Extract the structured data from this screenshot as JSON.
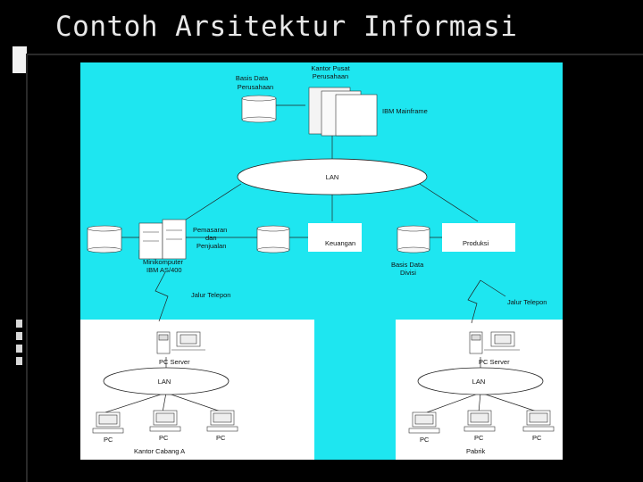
{
  "title": "Contoh Arsitektur Informasi",
  "colors": {
    "background": "#000000",
    "diagram_bg": "#1ee6f0",
    "branch_bg": "#ffffff",
    "title_text": "#e8e8e8"
  },
  "diagram": {
    "top_db_label": [
      "Basis Data",
      "Perusahaan"
    ],
    "hq_label": [
      "Kantor Pusat",
      "Perusahaan"
    ],
    "mainframe_label": "IBM Mainframe",
    "lan_main": "LAN",
    "marketing_label": [
      "Pemasaran",
      "dan",
      "Penjualan"
    ],
    "minicomputer_label": [
      "Minikomputer",
      "IBM AS/400"
    ],
    "finance_label": "Keuangan",
    "production_label": "Produksi",
    "division_db_label": [
      "Basis Data",
      "Divisi"
    ],
    "phone_line_left": "Jalur Telepon",
    "phone_line_right": "Jalur Telepon",
    "branch_a": {
      "server": "PC Server",
      "lan": "LAN",
      "pcs": [
        "PC",
        "PC",
        "PC"
      ],
      "caption": "Kantor Cabang A"
    },
    "factory": {
      "server": "PC Server",
      "lan": "LAN",
      "pcs": [
        "PC",
        "PC",
        "PC"
      ],
      "caption": "Pabrik"
    }
  }
}
